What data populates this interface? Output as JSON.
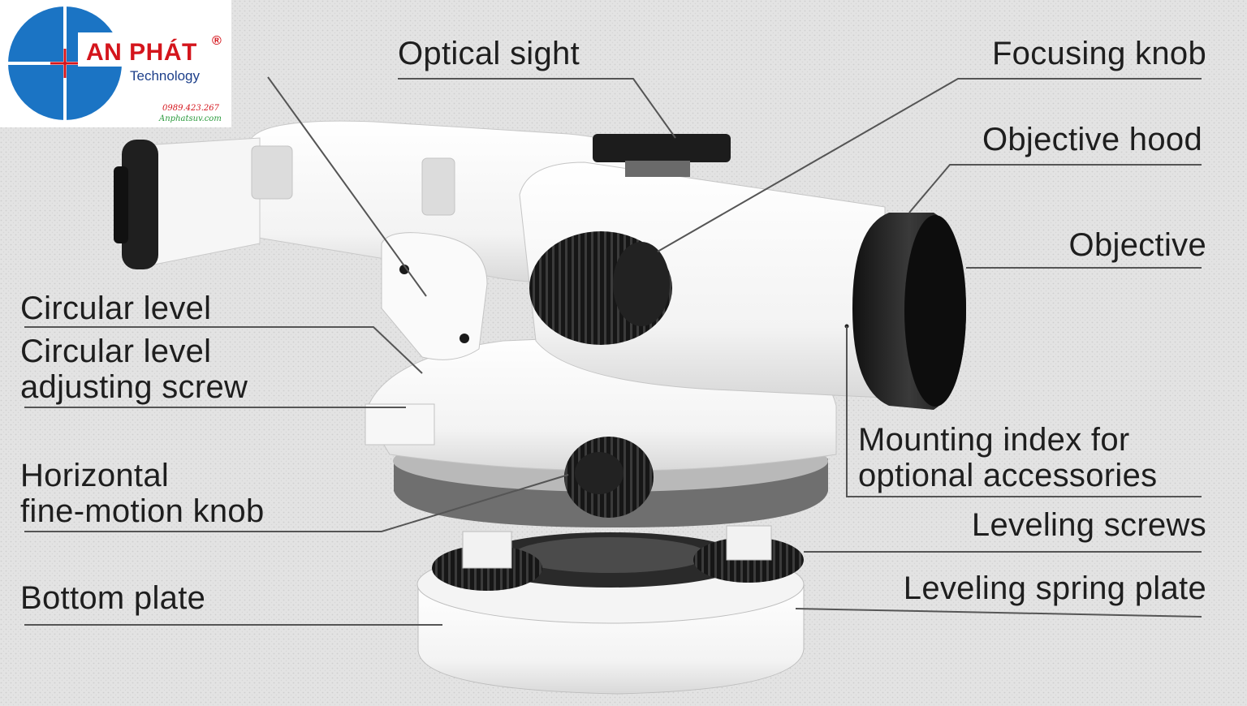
{
  "logo": {
    "brand": "AN PHÁT",
    "registered": "®",
    "tagline": "Technology",
    "phone": "0989.423.267",
    "website": "Anphatsuv.com",
    "colors": {
      "blue": "#1b74c4",
      "red": "#d4151c",
      "navy": "#1d3f8a",
      "green": "#2a9a3c"
    }
  },
  "labels": {
    "optical_sight": "Optical sight",
    "focusing_knob": "Focusing knob",
    "objective_hood": "Objective hood",
    "objective": "Objective",
    "circular_level": "Circular level",
    "circular_level_adj_1": "Circular level",
    "circular_level_adj_2": "adjusting screw",
    "horizontal_1": "Horizontal",
    "horizontal_2": "fine-motion knob",
    "mounting_1": "Mounting index for",
    "mounting_2": "optional accessories",
    "leveling_screws": "Leveling screws",
    "leveling_spring_plate": "Leveling spring plate",
    "bottom_plate": "Bottom plate"
  }
}
